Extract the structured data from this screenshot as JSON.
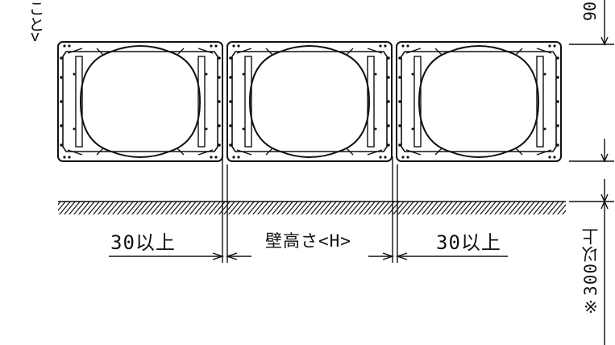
{
  "labels": {
    "left_clearance": "30以上",
    "wall_height": "壁高さ<H>",
    "right_clearance": "30以上",
    "top_right_dim": "90",
    "top_left_partial": "こと>",
    "right_vertical": "※300以上"
  },
  "colors": {
    "line": "#111111",
    "background": "#ffffff"
  },
  "panels": {
    "count": 3
  }
}
